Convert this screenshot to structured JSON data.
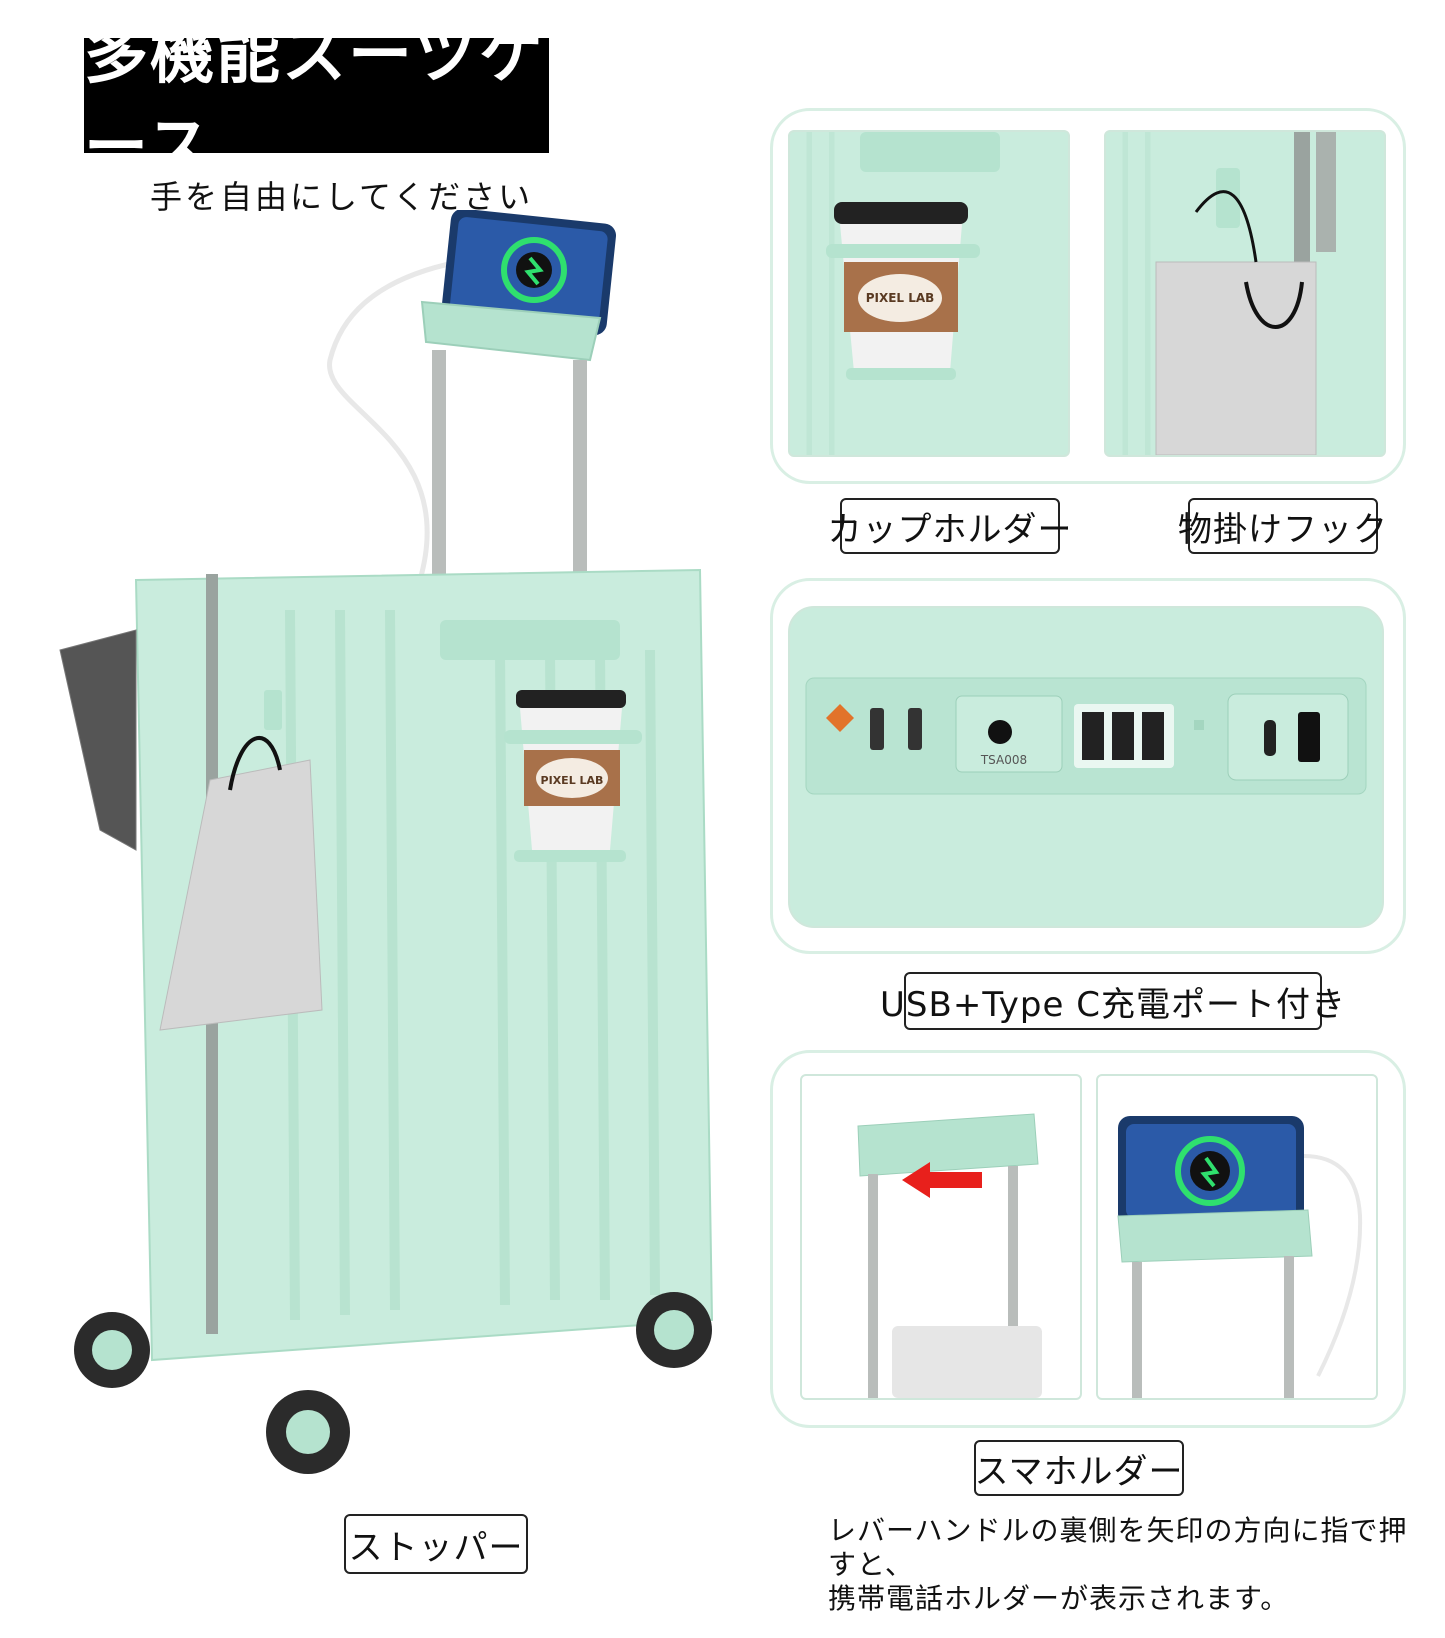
{
  "header": {
    "title": "多機能スーツケース",
    "subtitle": "手を自由にしてください"
  },
  "features": [
    {
      "label": "カップホルダー"
    },
    {
      "label": "物掛けフック"
    },
    {
      "label": "USB+Type C充電ポート付き"
    },
    {
      "label": "スマホルダー"
    },
    {
      "label": "ストッパー"
    }
  ],
  "note": {
    "line1": "レバーハンドルの裏側を矢印の方向に指で押すと、",
    "line2": "携帯電話ホルダーが表示されます。"
  },
  "product_text": {
    "cup_brand": "PIXEL LAB",
    "lock_code": "TSA008"
  },
  "colors": {
    "body": "#c9ecdd",
    "accent": "#b5e3cf",
    "frame": "#9aa39f",
    "bag": "#d7d7d7",
    "charge": "#2fe06e",
    "arrow": "#e8201c"
  }
}
